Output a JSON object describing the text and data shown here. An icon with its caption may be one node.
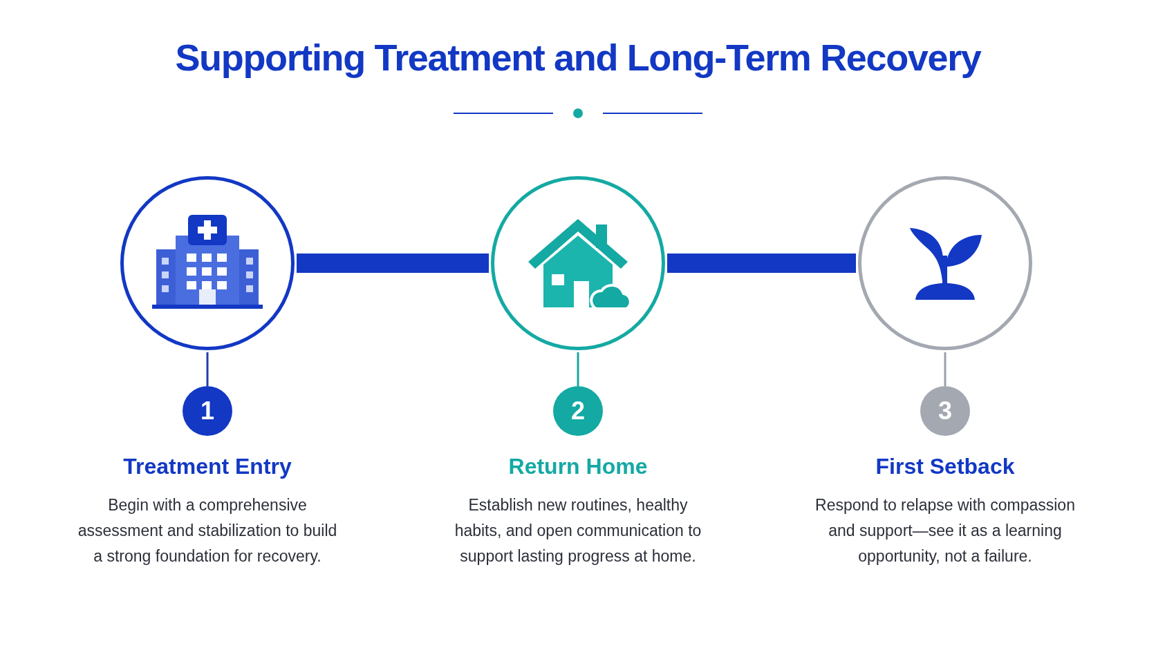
{
  "diagram": {
    "title": "Supporting Treatment and Long-Term Recovery",
    "nodes": [
      {
        "text": [],
        "shape": "circle"
      },
      {
        "text": [],
        "shape": "circle"
      },
      {
        "text": [],
        "shape": "circle"
      },
      {
        "text": [
          "1"
        ]
      },
      {
        "text": [
          "2"
        ]
      },
      {
        "text": [
          "3"
        ]
      }
    ],
    "edges": [
      {
        "from": 0,
        "to": 1,
        "arrow": "none",
        "style": "thick",
        "color": "#1238c4"
      },
      {
        "from": 1,
        "to": 2,
        "arrow": "none",
        "style": "thick",
        "color": "#1238c4"
      },
      {
        "from": 0,
        "to": 3,
        "arrow": "none",
        "color": "#1f3fa8"
      },
      {
        "from": 1,
        "to": 4,
        "arrow": "none",
        "color": "#1aa6a0"
      },
      {
        "from": 2,
        "to": 5,
        "arrow": "none",
        "color": "#9aa0aa"
      }
    ],
    "labels": [
      "Treatment Entry",
      "Begin with a comprehensive assessment and stabilization to build a strong foundation for recovery.",
      "Return Home",
      "Establish new routines, healthy habits, and open communication to support lasting progress at home.",
      "First Setback",
      "Respond to relapse with compassion and support—see it as a learning opportunity, not a failure."
    ]
  }
}
